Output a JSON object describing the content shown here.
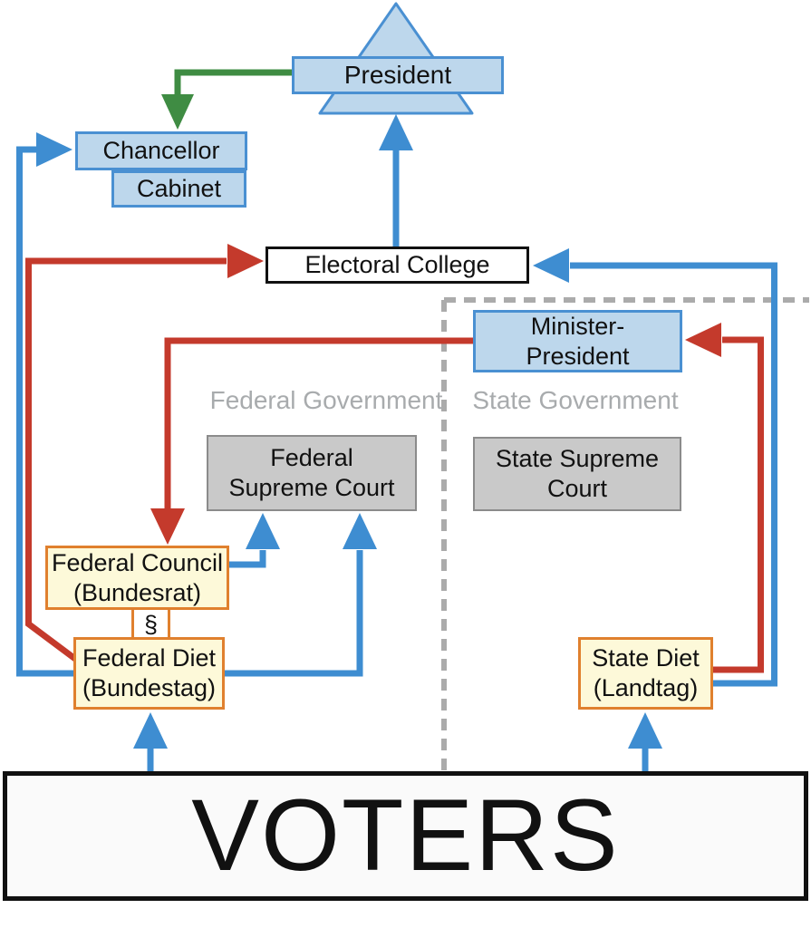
{
  "colors": {
    "line_blue": "#3e8dd1",
    "line_red": "#c43a2c",
    "line_green": "#3f8c43",
    "dash_gray": "#ababab",
    "box_blue_fill": "#bdd7ec",
    "box_blue_border": "#4a90d2",
    "yellow_fill": "#fdf9d9",
    "orange_border": "#e0802e",
    "gray_fill": "#c9c9c9",
    "gray_border": "#8b8b8b",
    "gray_text": "#a8abad",
    "ink": "#111111"
  },
  "nodes": {
    "president": {
      "label": "President"
    },
    "chancellor": {
      "label": "Chancellor"
    },
    "cabinet": {
      "label": "Cabinet"
    },
    "electoral_college": {
      "label": "Electoral College"
    },
    "minister_president": {
      "line1": "Minister-",
      "line2": "President"
    },
    "federal_supreme_court": {
      "line1": "Federal",
      "line2": "Supreme Court"
    },
    "state_supreme_court": {
      "line1": "State Supreme",
      "line2": "Court"
    },
    "federal_council": {
      "line1": "Federal Council",
      "line2": "(Bundesrat)"
    },
    "federal_diet": {
      "line1": "Federal Diet",
      "line2": "(Bundestag)"
    },
    "state_diet": {
      "line1": "State Diet",
      "line2": "(Landtag)"
    },
    "voters": {
      "label": "VOTERS"
    },
    "law_link_symbol": "§"
  },
  "region_labels": {
    "federal": "Federal Government",
    "state": "State Government"
  },
  "edges": [
    {
      "from": "voters",
      "to": "federal_diet",
      "color": "blue"
    },
    {
      "from": "voters",
      "to": "state_diet",
      "color": "blue"
    },
    {
      "from": "federal_diet",
      "to": "chancellor",
      "color": "blue"
    },
    {
      "from": "federal_diet",
      "to": "electoral_college",
      "color": "red"
    },
    {
      "from": "federal_diet",
      "to": "federal_supreme_court",
      "color": "blue"
    },
    {
      "from": "federal_council",
      "to": "federal_supreme_court",
      "color": "blue"
    },
    {
      "from": "electoral_college",
      "to": "president",
      "color": "blue"
    },
    {
      "from": "president",
      "to": "chancellor",
      "color": "green"
    },
    {
      "from": "state_diet",
      "to": "electoral_college",
      "color": "blue"
    },
    {
      "from": "state_diet",
      "to": "minister_president",
      "color": "red"
    },
    {
      "from": "minister_president",
      "to": "federal_council",
      "color": "red"
    }
  ]
}
